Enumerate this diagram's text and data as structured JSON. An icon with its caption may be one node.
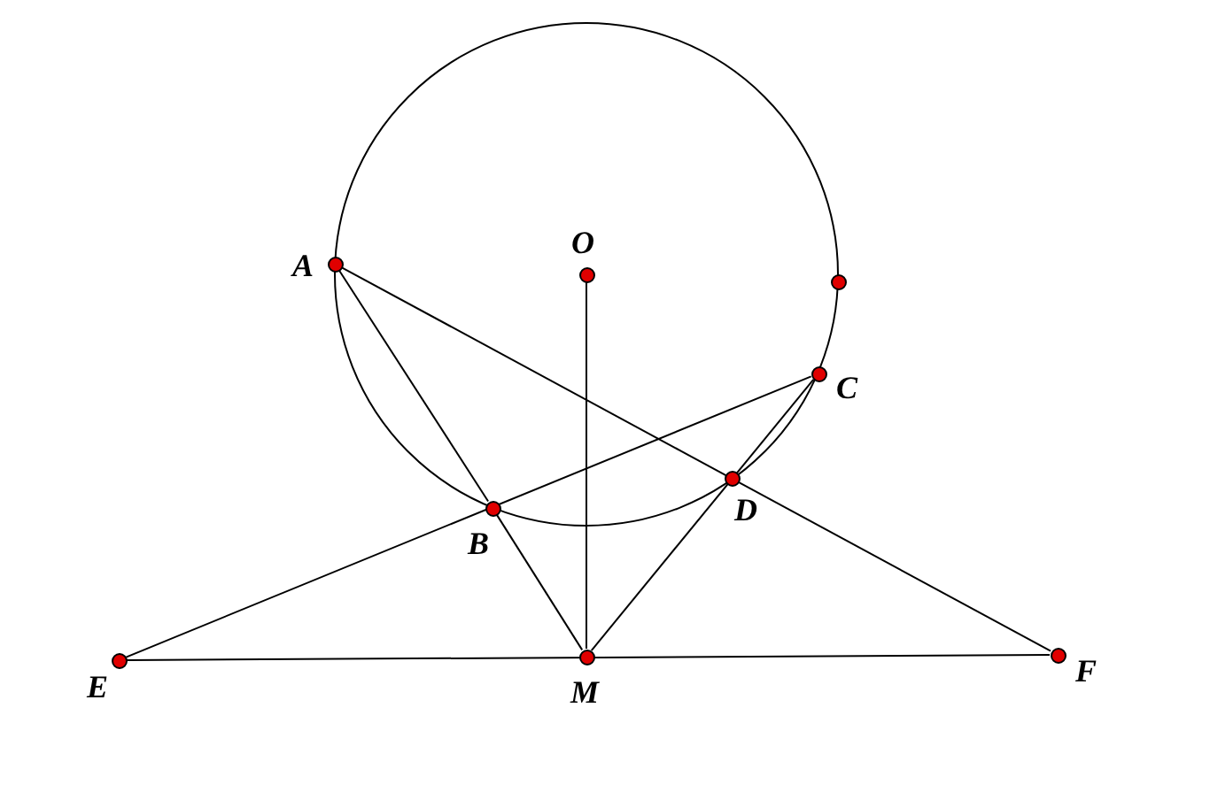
{
  "diagram": {
    "nodes": [
      {
        "text": [
          "A"
        ]
      },
      {
        "text": [
          "O"
        ]
      },
      {
        "text": [],
        "shape": "circle"
      },
      {
        "text": [
          "C"
        ]
      },
      {
        "text": [
          "B"
        ]
      },
      {
        "text": [
          "D"
        ]
      },
      {
        "text": [
          "E"
        ]
      },
      {
        "text": [
          "M"
        ]
      },
      {
        "text": [
          "F"
        ]
      }
    ],
    "edges": [
      {
        "from": 0,
        "to": 4,
        "arrow": "none"
      },
      {
        "from": 0,
        "to": 8,
        "arrow": "none"
      },
      {
        "from": 6,
        "to": 3,
        "arrow": "none"
      },
      {
        "from": 7,
        "to": 3,
        "arrow": "none"
      },
      {
        "from": 4,
        "to": 7,
        "arrow": "none"
      },
      {
        "from": 1,
        "to": 7,
        "arrow": "none"
      },
      {
        "from": 6,
        "to": 8,
        "arrow": "none"
      }
    ]
  }
}
